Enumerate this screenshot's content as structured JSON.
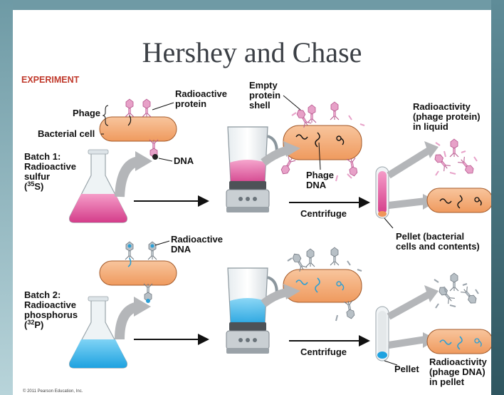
{
  "title": "Hershey and Chase",
  "header": "EXPERIMENT",
  "labels": {
    "phage": "Phage",
    "radioactive_protein_1": "Radioactive",
    "radioactive_protein_2": "protein",
    "bacterial_cell": "Bacterial cell",
    "dna": "DNA",
    "empty_1": "Empty",
    "empty_2": "protein",
    "empty_3": "shell",
    "phage_dna_1": "Phage",
    "phage_dna_2": "DNA",
    "batch1_1": "Batch 1:",
    "batch1_2": "Radioactive",
    "batch1_3": "sulfur",
    "batch1_iso_pre": "(",
    "batch1_iso_sup": "35",
    "batch1_iso_post": "S)",
    "centrifuge_1": "Centrifuge",
    "radio_liquid_1": "Radioactivity",
    "radio_liquid_2": "(phage protein)",
    "radio_liquid_3": "in liquid",
    "pellet_bact_1": "Pellet (bacterial",
    "pellet_bact_2": "cells and contents)",
    "radio_dna_1": "Radioactive",
    "radio_dna_2": "DNA",
    "batch2_1": "Batch 2:",
    "batch2_2": "Radioactive",
    "batch2_3": "phosphorus",
    "batch2_iso_pre": "(",
    "batch2_iso_sup": "32",
    "batch2_iso_post": "P)",
    "centrifuge_2": "Centrifuge",
    "pellet": "Pellet",
    "radio_pellet_1": "Radioactivity",
    "radio_pellet_2": "(phage DNA)",
    "radio_pellet_3": "in pellet"
  },
  "copyright": "© 2011 Pearson Education, Inc.",
  "colors": {
    "cell": "#f4b183",
    "pink": "#e86aa8",
    "blue": "#3fb6e8",
    "arrow_gray": "#a7a9ac",
    "blue_dna": "#2a9fd6",
    "pink_phage": "#e7a1c8",
    "gray_phage": "#9aa3ab"
  }
}
